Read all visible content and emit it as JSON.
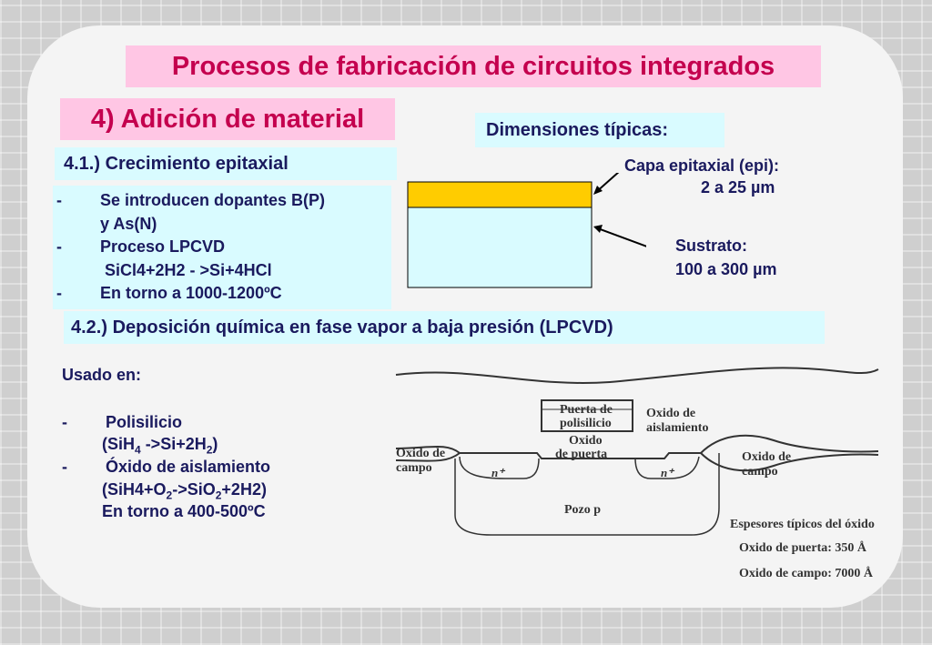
{
  "title": "Procesos de fabricación de circuitos integrados",
  "section": "4) Adición de material",
  "sub1": "4.1.) Crecimiento epitaxial",
  "bullets1": [
    {
      "dash": "-",
      "text": "Se introducen dopantes B(P)"
    },
    {
      "dash": "",
      "text": "y As(N)"
    },
    {
      "dash": "-",
      "text": "Proceso LPCVD"
    },
    {
      "dash": "",
      "text": " SiCl4+2H2 - >Si+4HCl"
    },
    {
      "dash": "-",
      "text": "En torno a 1000-1200ºC"
    }
  ],
  "dimensiones": "Dimensiones típicas:",
  "epi_label": "Capa epitaxial (epi):",
  "epi_value": "2 a 25 µm",
  "sustrato_label": "Sustrato:",
  "sustrato_value": "100 a 300 µm",
  "sub2": "4.2.) Deposición química en fase vapor a baja presión (LPCVD)",
  "usado_en": "Usado en:",
  "poli_dash": "-",
  "poli": "Polisilicio",
  "poli_eq_a": "(SiH",
  "poli_eq_sub1": "4",
  "poli_eq_b": " ->Si+2H",
  "poli_eq_sub2": "2",
  "poli_eq_c": ")",
  "oxido_dash": "-",
  "oxido": "Óxido de aislamiento",
  "oxido_eq_a": "(SiH4+O",
  "oxido_eq_sub1": "2",
  "oxido_eq_b": "->SiO",
  "oxido_eq_sub2": "2",
  "oxido_eq_c": "+2H2)",
  "temp2": "En torno a 400-500ºC",
  "diagram": {
    "oxido_campo_left": [
      "Oxido de",
      "campo"
    ],
    "puerta_poli": [
      "Puerta de",
      "polisilicio"
    ],
    "oxido_puerta": [
      "Oxido",
      "de puerta"
    ],
    "oxido_aisl": [
      "Oxido de",
      "aislamiento"
    ],
    "oxido_campo_right": [
      "Oxido de",
      "campo"
    ],
    "nplus_left": "n⁺",
    "nplus_right": "n⁺",
    "pozo": "Pozo p",
    "espesores": "Espesores típicos del óxido",
    "esp_puerta": "Oxido de puerta: 350 Å",
    "esp_campo": "Oxido de campo: 7000 Å"
  },
  "colors": {
    "title": "#c4004e",
    "text": "#1a1a5e",
    "epi": "#ffcc00",
    "substrate": "#d9fbff",
    "pink": "#ffc6e4",
    "cyan": "#d9fbff"
  }
}
